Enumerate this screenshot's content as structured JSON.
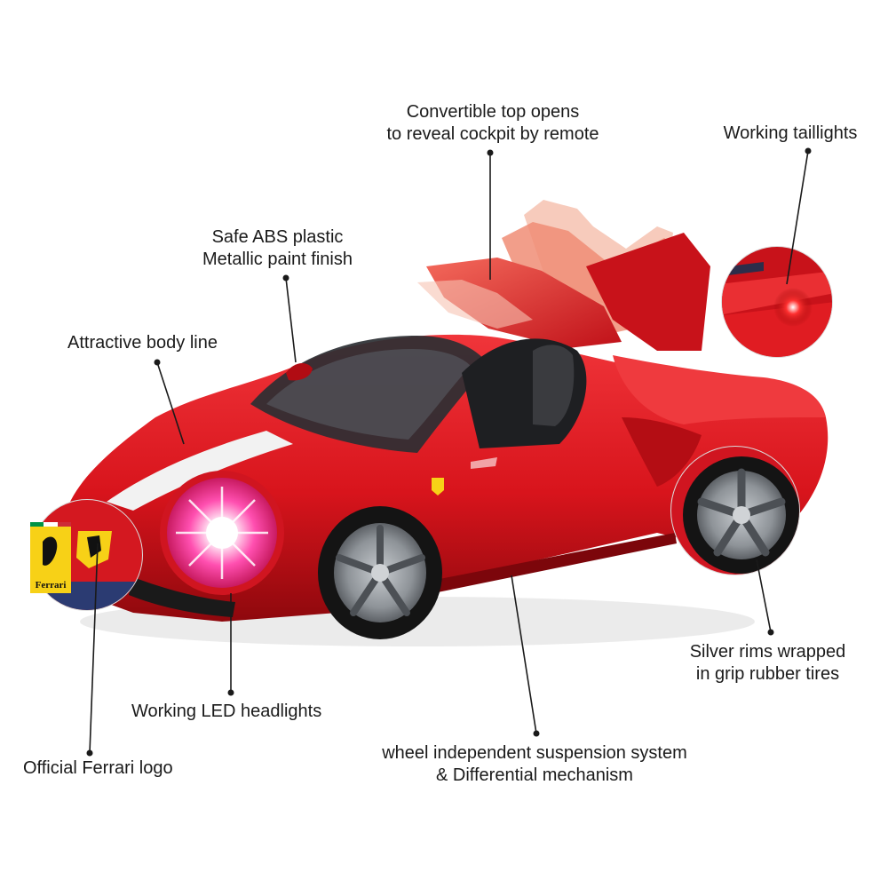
{
  "callouts": {
    "convertible_top": {
      "line1": "Convertible top opens",
      "line2": "to reveal cockpit by remote"
    },
    "taillights": {
      "line1": "Working taillights"
    },
    "abs_plastic": {
      "line1": "Safe ABS plastic",
      "line2": "Metallic paint finish"
    },
    "body_line": {
      "line1": "Attractive body line"
    },
    "silver_rims": {
      "line1": "Silver rims wrapped",
      "line2": "in grip rubber tires"
    },
    "led_headlights": {
      "line1": "Working LED headlights"
    },
    "suspension": {
      "line1": "wheel independent suspension system",
      "line2": "& Differential mechanism"
    },
    "ferrari_logo": {
      "line1": "Official Ferrari logo"
    }
  },
  "badge": {
    "text": "Ferrari"
  },
  "colors": {
    "car_body": "#d8141c",
    "car_dark": "#9c0a10",
    "stripe": "#f2f2f2",
    "tire": "#141414",
    "rim": "#9a9ea3",
    "text": "#1a1a1a",
    "glow": "#ff3fa6",
    "badge_yellow": "#f7d117"
  }
}
